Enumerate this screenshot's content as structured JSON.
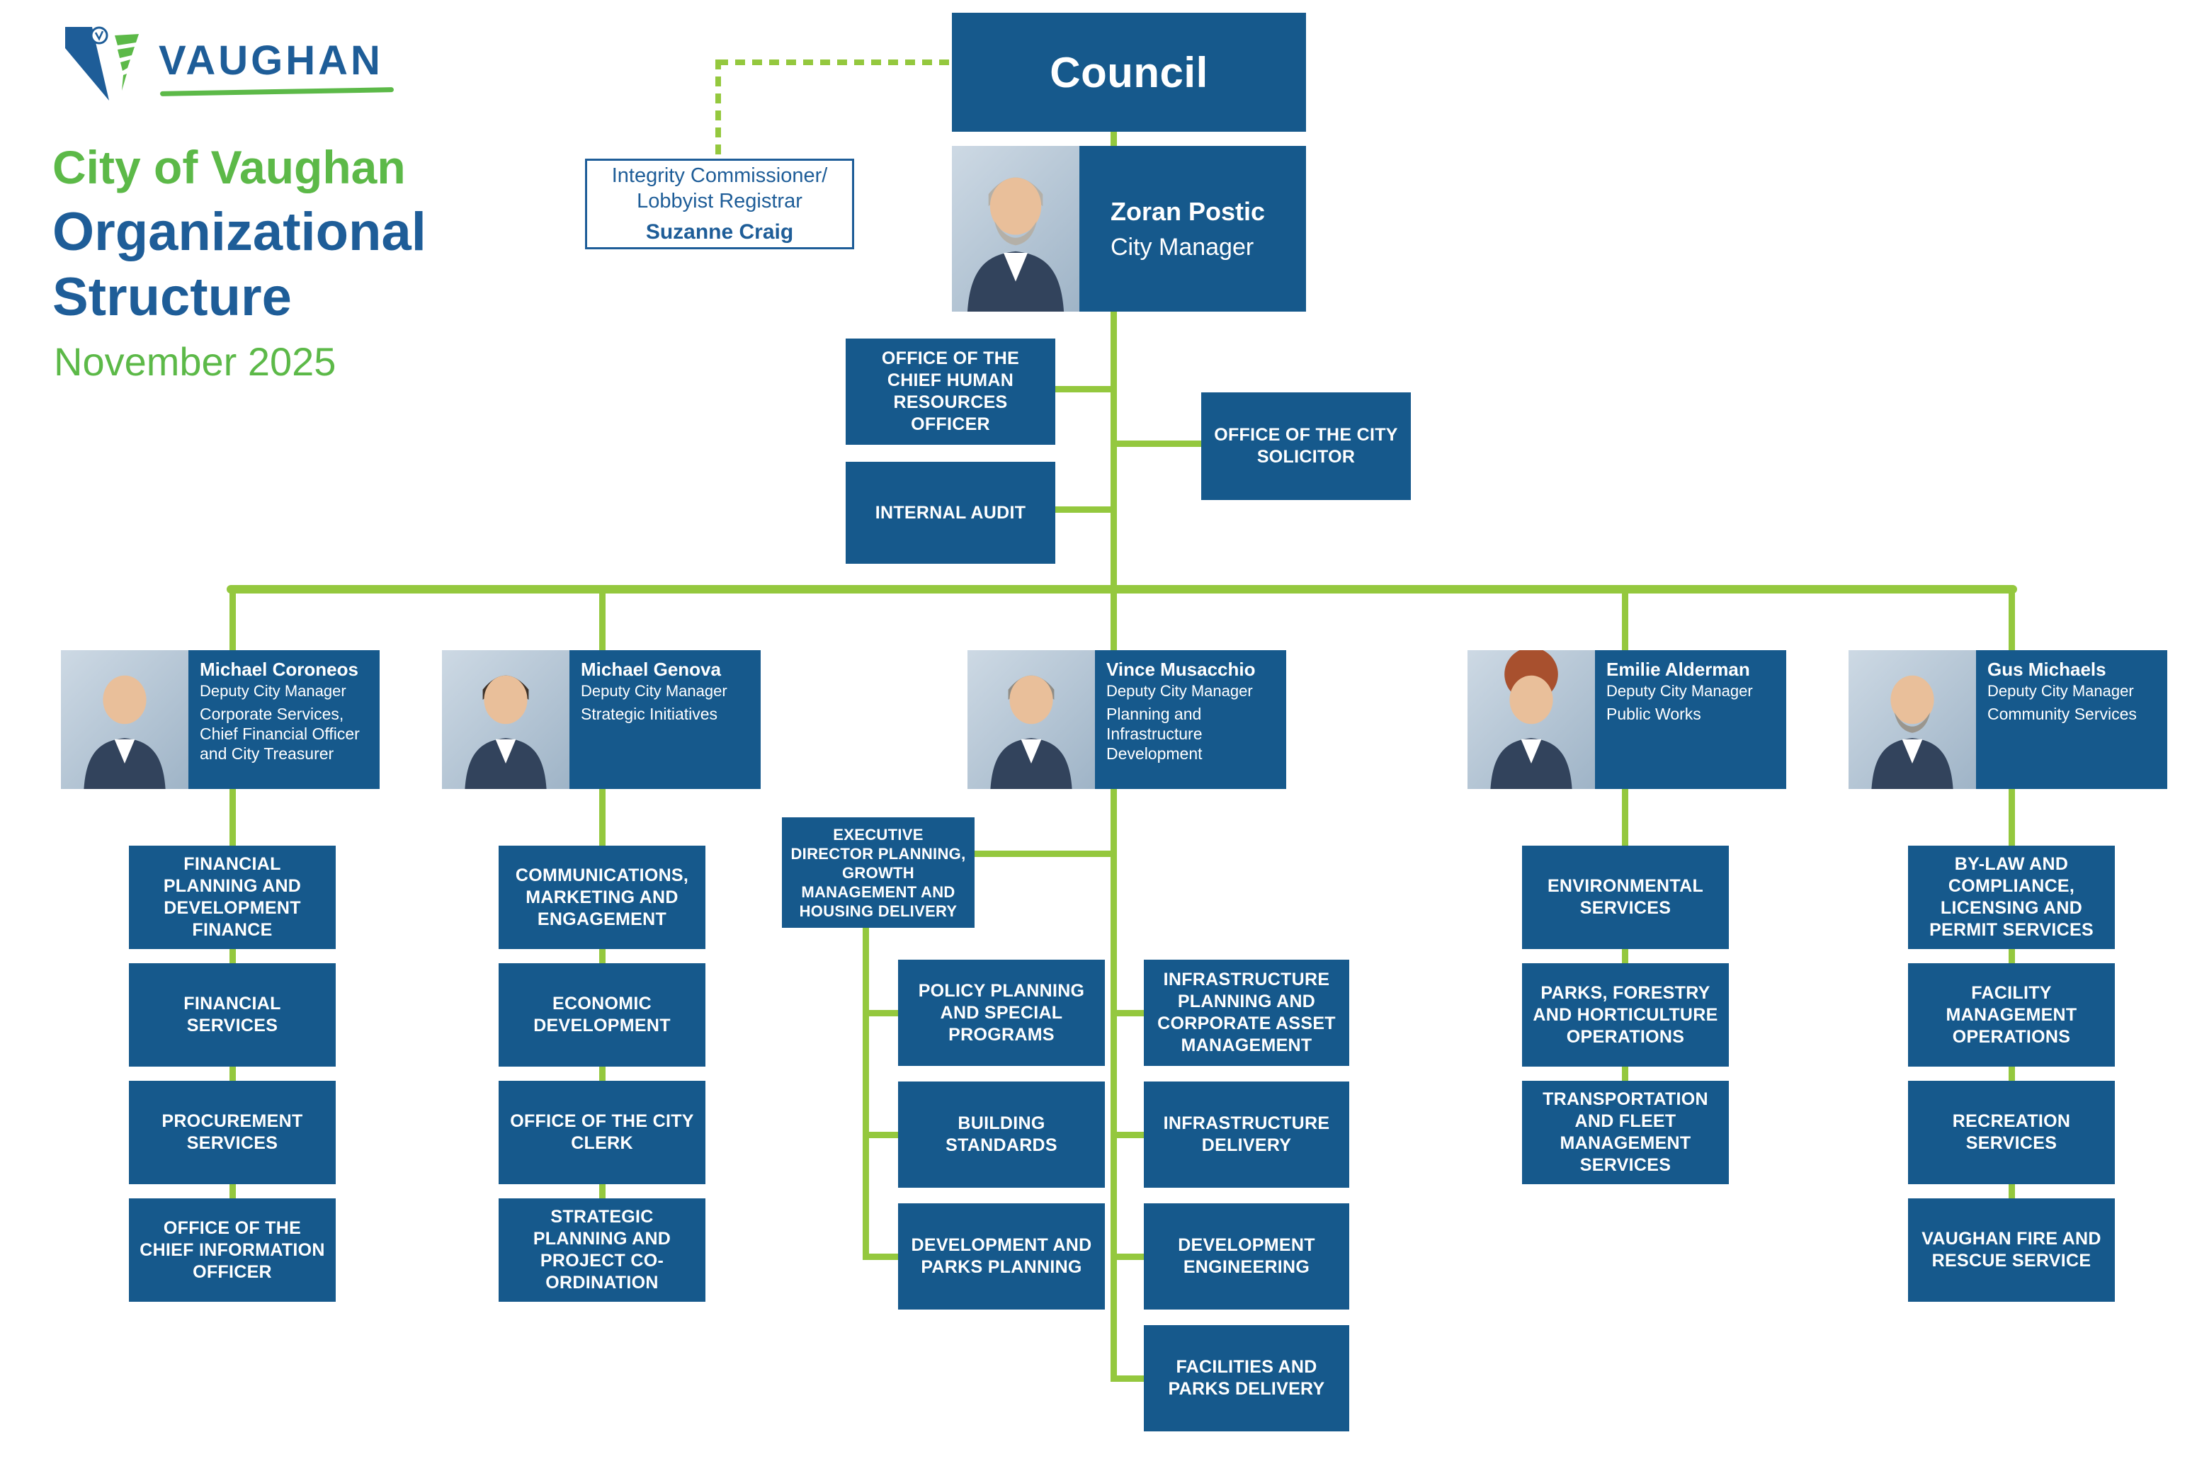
{
  "page": {
    "logo_text": "VAUGHAN",
    "title_line1": "City of Vaughan",
    "title_line2": "Organizational",
    "title_line3": "Structure",
    "subtitle": "November 2025"
  },
  "colors": {
    "brand_blue": "#1e5d98",
    "box_blue": "#16598c",
    "brand_green": "#5cb948",
    "line_green": "#94c83e"
  },
  "council": {
    "label": "Council"
  },
  "integrity": {
    "line1": "Integrity Commissioner/",
    "line2": "Lobbyist Registrar",
    "name": "Suzanne Craig"
  },
  "city_manager": {
    "name": "Zoran Postic",
    "title": "City Manager",
    "avatar": "grey-hair-beard"
  },
  "offices": {
    "chro": "OFFICE OF THE CHIEF HUMAN RESOURCES OFFICER",
    "internal_audit": "INTERNAL AUDIT",
    "solicitor": "OFFICE OF THE CITY SOLICITOR"
  },
  "deputies": [
    {
      "name": "Michael Coroneos",
      "title": "Deputy City Manager",
      "portfolio": "Corporate Services, Chief Financial Officer and City Treasurer",
      "avatar": "bald"
    },
    {
      "name": "Michael Genova",
      "title": "Deputy City Manager",
      "portfolio": "Strategic Initiatives",
      "avatar": "dark-hair"
    },
    {
      "name": "Vince Musacchio",
      "title": "Deputy City Manager",
      "portfolio": "Planning and Infrastructure Development",
      "avatar": "short-grey-hair"
    },
    {
      "name": "Emilie Alderman",
      "title": "Deputy City Manager",
      "portfolio": "Public Works",
      "avatar": "curly-red-hair"
    },
    {
      "name": "Gus Michaels",
      "title": "Deputy City Manager",
      "portfolio": "Community Services",
      "avatar": "bald-grey-beard"
    }
  ],
  "exec_director": {
    "label": "EXECUTIVE DIRECTOR PLANNING, GROWTH MANAGEMENT AND HOUSING DELIVERY"
  },
  "departments": {
    "corporate": [
      "FINANCIAL PLANNING AND DEVELOPMENT FINANCE",
      "FINANCIAL SERVICES",
      "PROCUREMENT SERVICES",
      "OFFICE OF THE CHIEF INFORMATION OFFICER"
    ],
    "strategic": [
      "COMMUNICATIONS, MARKETING AND ENGAGEMENT",
      "ECONOMIC DEVELOPMENT",
      "OFFICE OF THE CITY CLERK",
      "STRATEGIC PLANNING AND PROJECT CO-ORDINATION"
    ],
    "planning_left": [
      "POLICY PLANNING AND SPECIAL PROGRAMS",
      "BUILDING STANDARDS",
      "DEVELOPMENT AND PARKS PLANNING"
    ],
    "planning_right": [
      "INFRASTRUCTURE PLANNING AND CORPORATE ASSET MANAGEMENT",
      "INFRASTRUCTURE DELIVERY",
      "DEVELOPMENT ENGINEERING",
      "FACILITIES AND PARKS DELIVERY"
    ],
    "public_works": [
      "ENVIRONMENTAL SERVICES",
      "PARKS, FORESTRY AND HORTICULTURE OPERATIONS",
      "TRANSPORTATION AND FLEET MANAGEMENT SERVICES"
    ],
    "community": [
      "BY-LAW AND COMPLIANCE, LICENSING AND PERMIT SERVICES",
      "FACILITY MANAGEMENT OPERATIONS",
      "RECREATION SERVICES",
      "VAUGHAN FIRE AND RESCUE SERVICE"
    ]
  }
}
